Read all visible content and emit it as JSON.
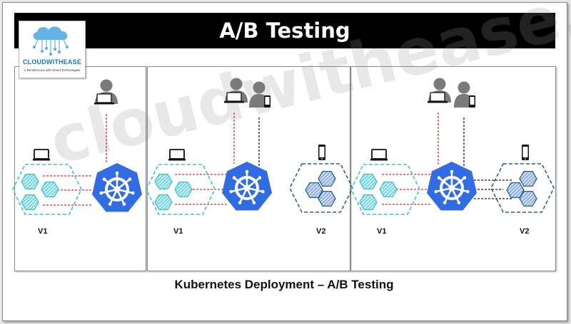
{
  "header": {
    "title": "A/B Testing"
  },
  "logo": {
    "name": "CLOUDWITHEASE",
    "tagline": "A Rendezvous with Cloud Technologies"
  },
  "watermark": {
    "text": "cloudwithease.com"
  },
  "panels": [
    {
      "versions": [
        "V1"
      ]
    },
    {
      "versions": [
        "V1",
        "V2"
      ]
    },
    {
      "versions": [
        "V1",
        "V2"
      ]
    }
  ],
  "caption": "Kubernetes Deployment – A/B Testing",
  "colors": {
    "title_bar": "#000000",
    "kubernetes_blue": "#326ce5",
    "v1_outline": "#3cc2d0",
    "v1_pods": "#63d0d6",
    "v2_outline": "#2c5f8f",
    "v2_pods": "#6f9bd0",
    "v1_traffic": "#d62e2e",
    "v2_traffic": "#1a1a1a",
    "user": "#7a7a7a",
    "logo_text": "#1e73be"
  },
  "icons": [
    "cloud-logo-icon",
    "desktop-user-icon",
    "mobile-user-icon",
    "laptop-icon",
    "smartphone-icon",
    "kubernetes-helm-icon",
    "pod-hexagon-icon"
  ]
}
